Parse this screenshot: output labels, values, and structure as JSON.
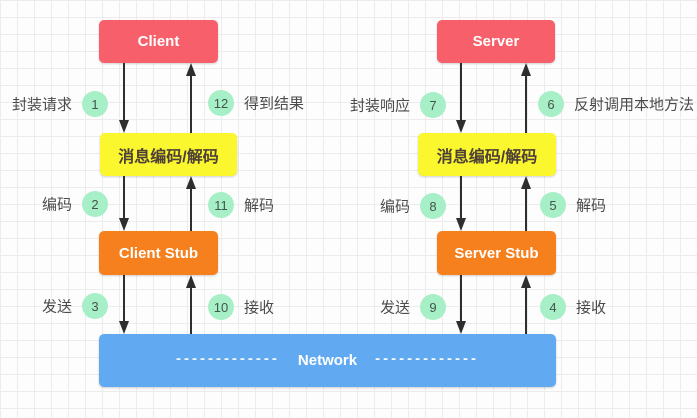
{
  "nodes": {
    "client": {
      "label": "Client"
    },
    "server": {
      "label": "Server"
    },
    "codec_left": {
      "label": "消息编码/解码"
    },
    "codec_right": {
      "label": "消息编码/解码"
    },
    "client_stub": {
      "label": "Client Stub"
    },
    "server_stub": {
      "label": "Server Stub"
    },
    "network": {
      "label": "Network",
      "left_dashes": "-------------",
      "right_dashes": "-------------"
    }
  },
  "steps": [
    {
      "num": "1",
      "label": "封装请求"
    },
    {
      "num": "2",
      "label": "编码"
    },
    {
      "num": "3",
      "label": "发送"
    },
    {
      "num": "4",
      "label": "接收"
    },
    {
      "num": "5",
      "label": "解码"
    },
    {
      "num": "6",
      "label": "反射调用本地方法"
    },
    {
      "num": "7",
      "label": "封装响应"
    },
    {
      "num": "8",
      "label": "编码"
    },
    {
      "num": "9",
      "label": "发送"
    },
    {
      "num": "10",
      "label": "接收"
    },
    {
      "num": "11",
      "label": "解码"
    },
    {
      "num": "12",
      "label": "得到结果"
    }
  ],
  "colors": {
    "node_red": "#f7606b",
    "node_yellow": "#faf72e",
    "node_orange": "#f7801e",
    "node_blue": "#61aaf2",
    "step_green": "#a7efc6",
    "arrow_black": "#2e2e2e",
    "label_gray": "#4b4b4b",
    "grid_line": "#ececec"
  }
}
